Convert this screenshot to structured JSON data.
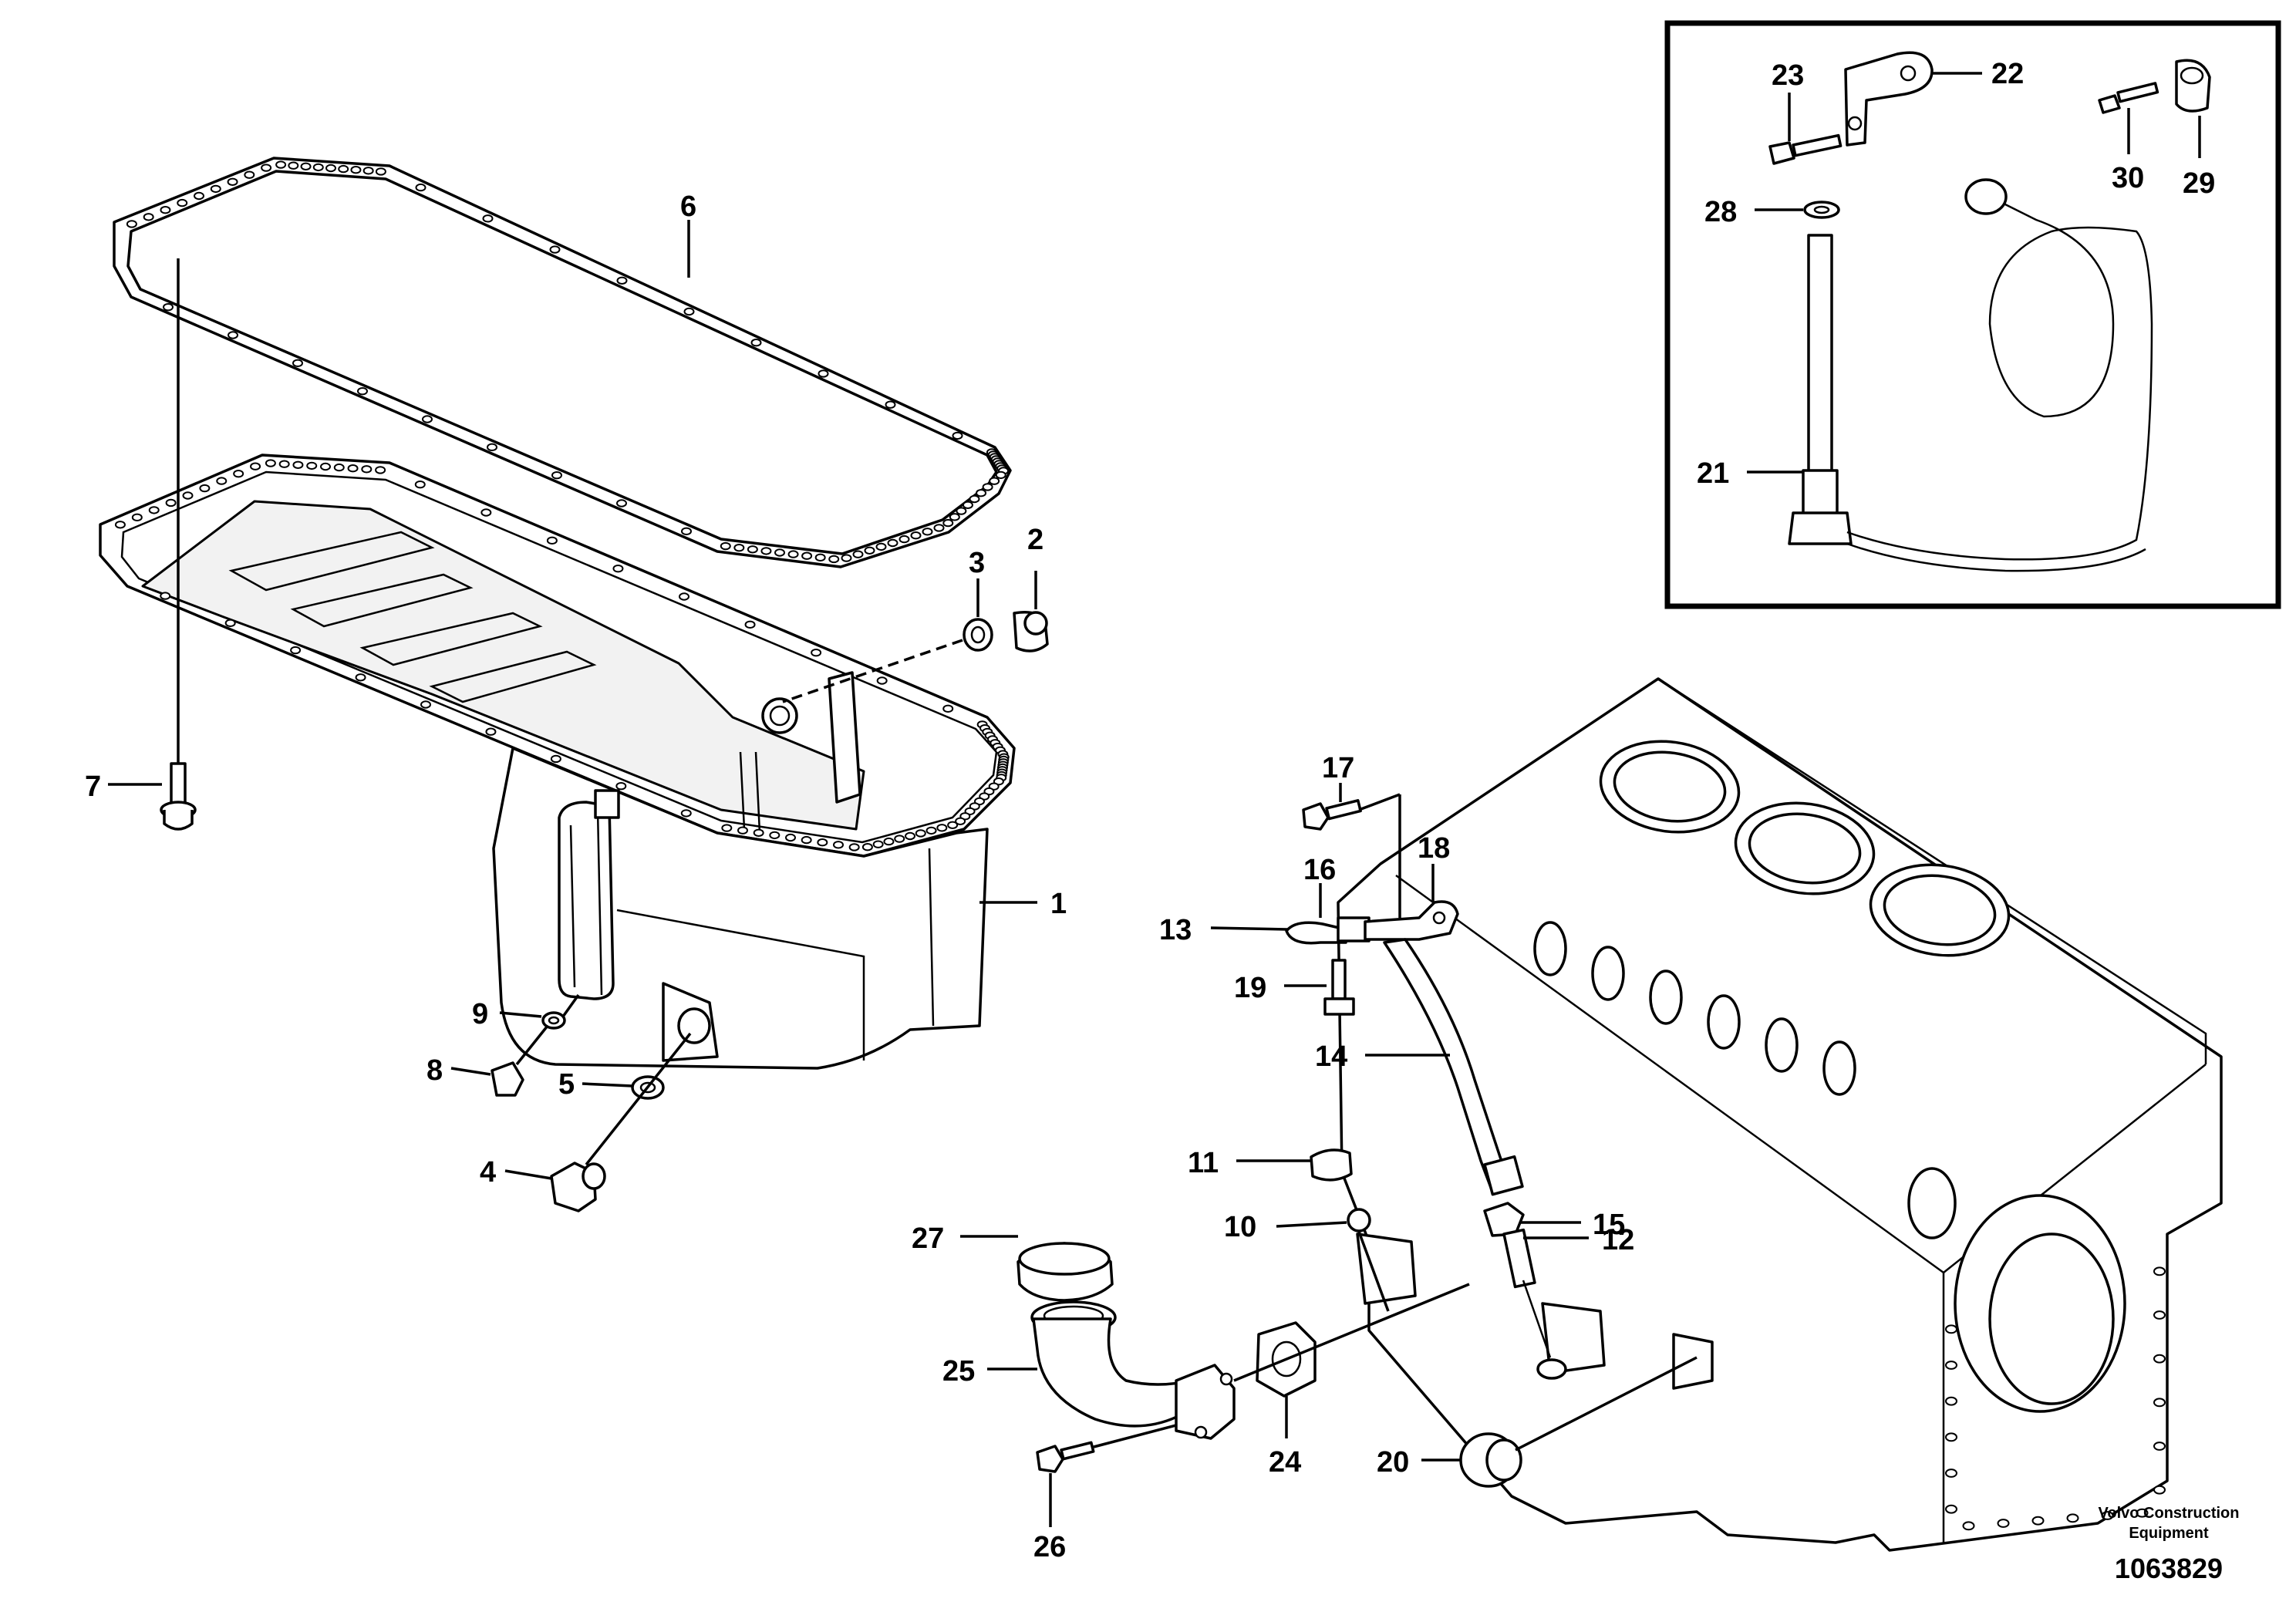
{
  "callouts": [
    {
      "id": "1",
      "label": "1"
    },
    {
      "id": "2",
      "label": "2"
    },
    {
      "id": "3",
      "label": "3"
    },
    {
      "id": "4",
      "label": "4"
    },
    {
      "id": "5",
      "label": "5"
    },
    {
      "id": "6",
      "label": "6"
    },
    {
      "id": "7",
      "label": "7"
    },
    {
      "id": "8",
      "label": "8"
    },
    {
      "id": "9",
      "label": "9"
    },
    {
      "id": "10",
      "label": "10"
    },
    {
      "id": "11",
      "label": "11"
    },
    {
      "id": "12",
      "label": "12"
    },
    {
      "id": "13",
      "label": "13"
    },
    {
      "id": "14",
      "label": "14"
    },
    {
      "id": "15",
      "label": "15"
    },
    {
      "id": "16",
      "label": "16"
    },
    {
      "id": "17",
      "label": "17"
    },
    {
      "id": "18",
      "label": "18"
    },
    {
      "id": "19",
      "label": "19"
    },
    {
      "id": "20",
      "label": "20"
    },
    {
      "id": "21",
      "label": "21"
    },
    {
      "id": "22",
      "label": "22"
    },
    {
      "id": "23",
      "label": "23"
    },
    {
      "id": "24",
      "label": "24"
    },
    {
      "id": "25",
      "label": "25"
    },
    {
      "id": "26",
      "label": "26"
    },
    {
      "id": "27",
      "label": "27"
    },
    {
      "id": "28",
      "label": "28"
    },
    {
      "id": "29",
      "label": "29"
    },
    {
      "id": "30",
      "label": "30"
    }
  ],
  "footer": {
    "brand_line1": "Volvo Construction",
    "brand_line2": "Equipment",
    "document_number": "1063829"
  }
}
